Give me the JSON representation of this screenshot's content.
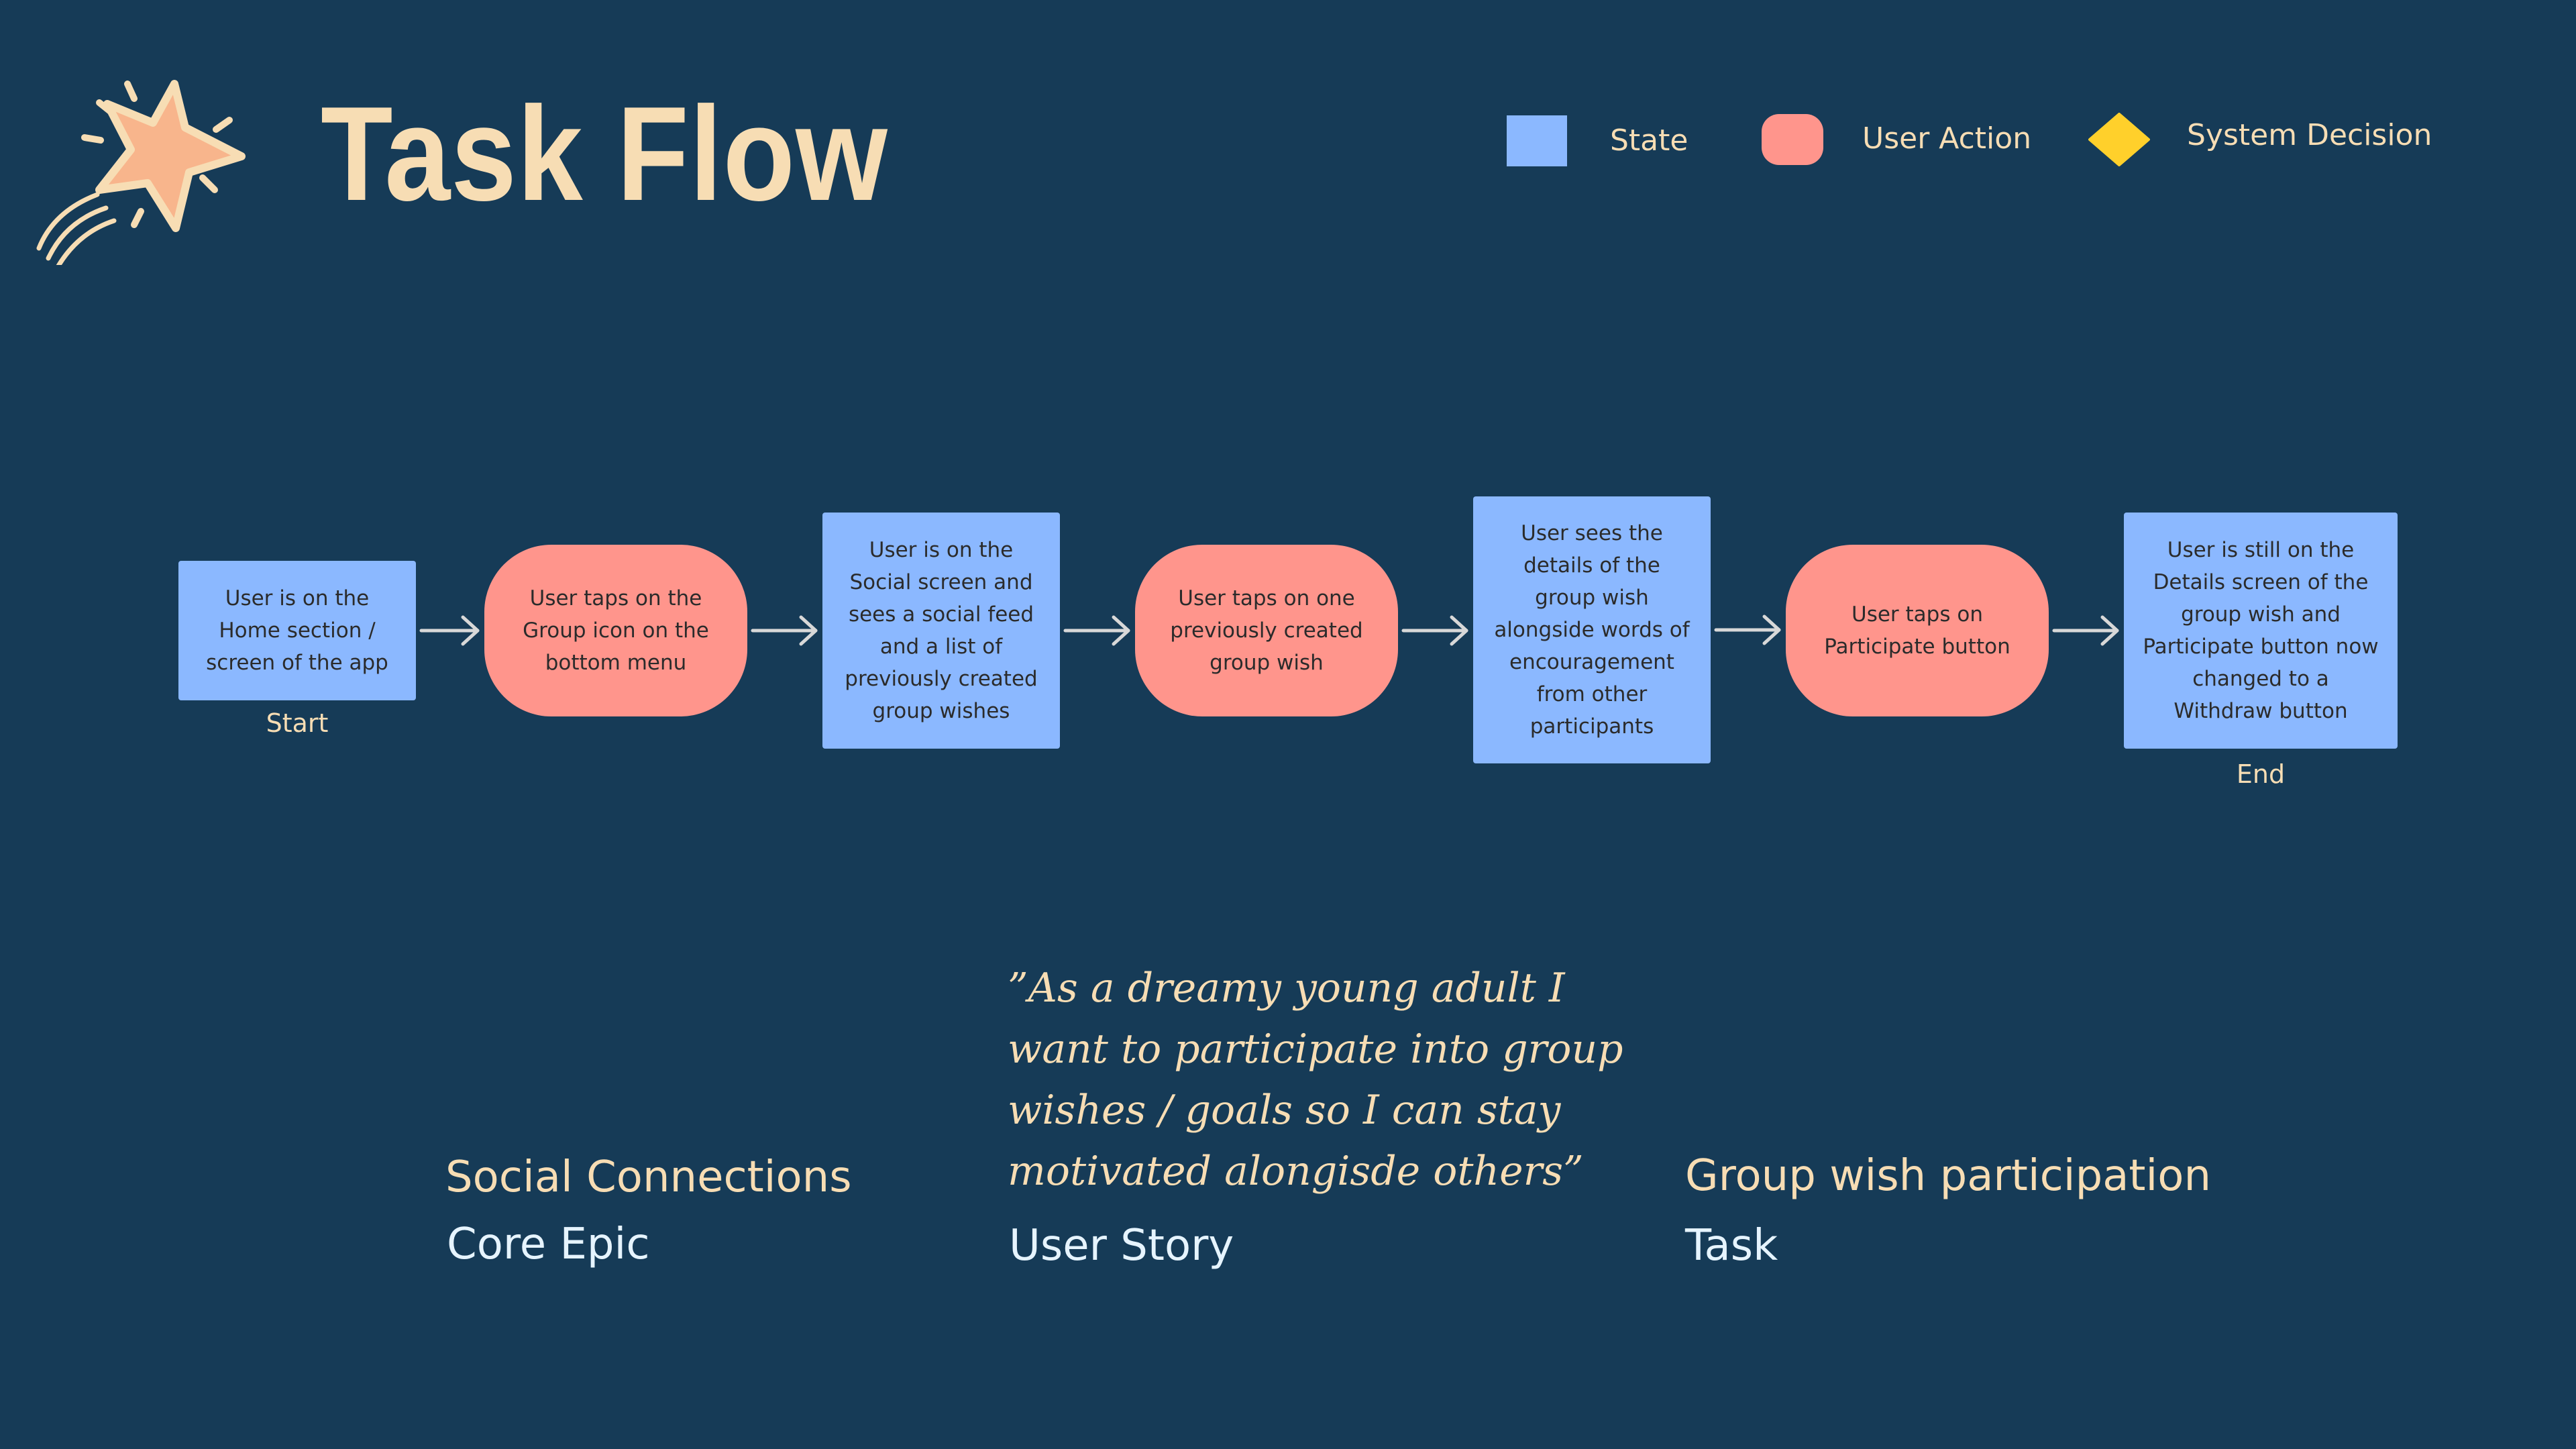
{
  "header": {
    "title": "Task Flow"
  },
  "legend": {
    "state_label": "State",
    "action_label": "User Action",
    "decision_label": "System Decision"
  },
  "colors": {
    "background": "#163b57",
    "state": "#8bb8ff",
    "user_action": "#ff958c",
    "system_decision": "#ffd02b",
    "text_cream": "#f7ddb4",
    "arrow": "#d8d8d8"
  },
  "flow": {
    "start_label": "Start",
    "end_label": "End",
    "nodes": [
      {
        "type": "state",
        "lines": [
          "User is on the",
          "Home section /",
          "screen of the app"
        ]
      },
      {
        "type": "user-action",
        "lines": [
          "User taps on the",
          "Group icon on the",
          "bottom menu"
        ]
      },
      {
        "type": "state",
        "lines": [
          "User is on the",
          "Social screen and",
          "sees a social feed",
          "and a list of",
          "previously created",
          "group wishes"
        ]
      },
      {
        "type": "user-action",
        "lines": [
          "User taps on one",
          "previously created",
          "group wish"
        ]
      },
      {
        "type": "state",
        "lines": [
          "User sees the",
          "details of the",
          "group wish",
          "alongside words of",
          "encouragement",
          "from other",
          "participants"
        ]
      },
      {
        "type": "user-action",
        "lines": [
          "User taps on",
          "Participate button"
        ]
      },
      {
        "type": "state",
        "lines": [
          "User is still on the",
          "Details screen of the",
          "group wish and",
          "Participate button now",
          "changed to a",
          "Withdraw button"
        ]
      }
    ]
  },
  "summary": {
    "epic": {
      "value": "Social Connections",
      "type": "Core Epic"
    },
    "story": {
      "lines": [
        "”As a dreamy young adult I",
        "want to participate into group",
        "wishes / goals so I can stay",
        "motivated alongisde others”"
      ],
      "type": "User Story"
    },
    "task": {
      "value": "Group wish participation",
      "type": "Task"
    }
  },
  "icons": {
    "logo": "shooting-star-icon"
  }
}
